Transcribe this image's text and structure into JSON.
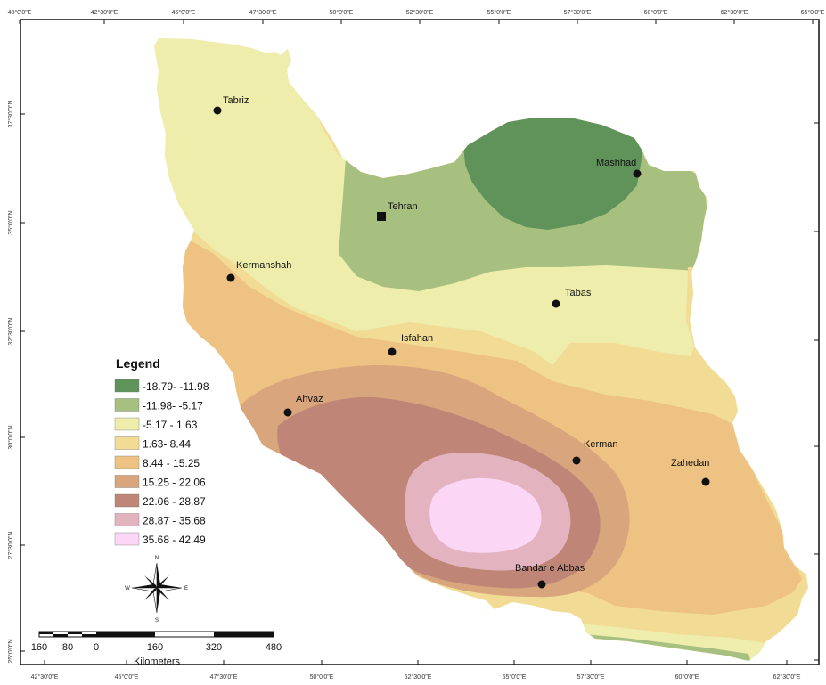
{
  "colors": {
    "band1": "#5f935a",
    "band2": "#a8c07f",
    "band3": "#eeedac",
    "band4": "#f2dc95",
    "band5": "#eec283",
    "band6": "#d9a57d",
    "band7": "#bf8678",
    "band8": "#e4b3c0",
    "band9": "#fbd7f5"
  },
  "top_ticks": [
    "40°0'0\"E",
    "42°30'0\"E",
    "45°0'0\"E",
    "47°30'0\"E",
    "50°0'0\"E",
    "52°30'0\"E",
    "55°0'0\"E",
    "57°30'0\"E",
    "60°0'0\"E",
    "62°30'0\"E",
    "65°0'0\"E"
  ],
  "bottom_ticks": [
    "42°30'0\"E",
    "45°0'0\"E",
    "47°30'0\"E",
    "50°0'0\"E",
    "52°30'0\"E",
    "55°0'0\"E",
    "57°30'0\"E",
    "60°0'0\"E",
    "62°30'0\"E"
  ],
  "left_ticks": [
    "37°30'0\"N",
    "35°0'0\"N",
    "32°30'0\"N",
    "30°0'0\"N",
    "27°30'0\"N",
    "25°0'0\"N"
  ],
  "cities": [
    {
      "name": "Tabriz",
      "marker": "circle"
    },
    {
      "name": "Mashhad",
      "marker": "circle"
    },
    {
      "name": "Tehran",
      "marker": "square"
    },
    {
      "name": "Kermanshah",
      "marker": "circle"
    },
    {
      "name": "Tabas",
      "marker": "circle"
    },
    {
      "name": "Isfahan",
      "marker": "circle"
    },
    {
      "name": "Ahvaz",
      "marker": "circle"
    },
    {
      "name": "Kerman",
      "marker": "circle"
    },
    {
      "name": "Zahedan",
      "marker": "circle"
    },
    {
      "name": "Bandar e Abbas",
      "marker": "circle"
    }
  ],
  "legend": {
    "title": "Legend",
    "items": [
      "-18.79- -11.98",
      "-11.98- -5.17",
      "-5.17 - 1.63",
      "1.63- 8.44",
      "8.44 - 15.25",
      "15.25 - 22.06",
      "22.06 - 28.87",
      "28.87 - 35.68",
      "35.68 - 42.49"
    ]
  },
  "scale_bar": {
    "labels": [
      "160",
      "80",
      "0",
      "160",
      "320",
      "480"
    ],
    "unit": "Kilometers"
  },
  "compass": {
    "n": "N",
    "s": "S",
    "e": "E",
    "w": "W"
  }
}
